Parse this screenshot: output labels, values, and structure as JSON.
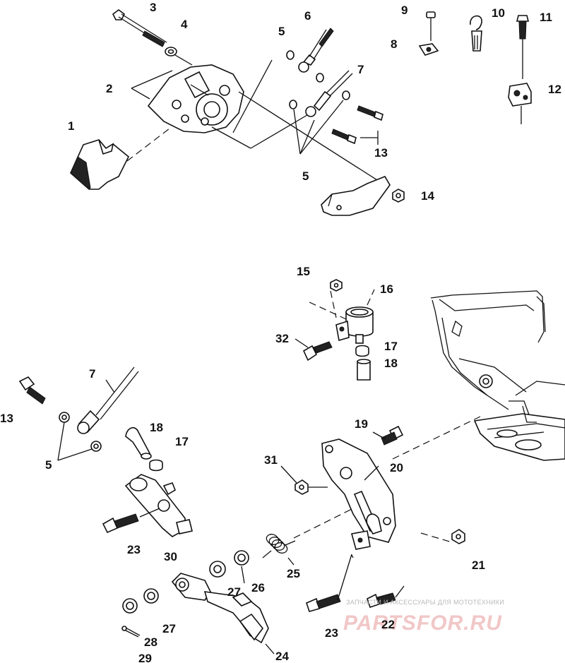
{
  "callouts": [
    {
      "id": "c1",
      "text": "1"
    },
    {
      "id": "c2",
      "text": "2"
    },
    {
      "id": "c3",
      "text": "3"
    },
    {
      "id": "c4",
      "text": "4"
    },
    {
      "id": "c5a",
      "text": "5"
    },
    {
      "id": "c6",
      "text": "6"
    },
    {
      "id": "c7a",
      "text": "7"
    },
    {
      "id": "c5b",
      "text": "5"
    },
    {
      "id": "c13a",
      "text": "13"
    },
    {
      "id": "c14",
      "text": "14"
    },
    {
      "id": "c9",
      "text": "9"
    },
    {
      "id": "c8",
      "text": "8"
    },
    {
      "id": "c10",
      "text": "10"
    },
    {
      "id": "c11",
      "text": "11"
    },
    {
      "id": "c12",
      "text": "12"
    },
    {
      "id": "c15",
      "text": "15"
    },
    {
      "id": "c16",
      "text": "16"
    },
    {
      "id": "c32",
      "text": "32"
    },
    {
      "id": "c17a",
      "text": "17"
    },
    {
      "id": "c18a",
      "text": "18"
    },
    {
      "id": "c7b",
      "text": "7"
    },
    {
      "id": "c13b",
      "text": "13"
    },
    {
      "id": "c5c",
      "text": "5"
    },
    {
      "id": "c18b",
      "text": "18"
    },
    {
      "id": "c17b",
      "text": "17"
    },
    {
      "id": "c23a",
      "text": "23"
    },
    {
      "id": "c30",
      "text": "30"
    },
    {
      "id": "c19",
      "text": "19"
    },
    {
      "id": "c31",
      "text": "31"
    },
    {
      "id": "c20",
      "text": "20"
    },
    {
      "id": "c21",
      "text": "21"
    },
    {
      "id": "c25",
      "text": "25"
    },
    {
      "id": "c27a",
      "text": "27"
    },
    {
      "id": "c26",
      "text": "26"
    },
    {
      "id": "c22",
      "text": "22"
    },
    {
      "id": "c23b",
      "text": "23"
    },
    {
      "id": "c24",
      "text": "24"
    },
    {
      "id": "c27b",
      "text": "27"
    },
    {
      "id": "c28",
      "text": "28"
    },
    {
      "id": "c29",
      "text": "29"
    }
  ],
  "watermark": {
    "tagline": "ЗАПЧАСТИ И АКСЕССУАРЫ ДЛЯ МОТОТЕХНИКИ",
    "brand": "PARTSFOR.RU"
  }
}
